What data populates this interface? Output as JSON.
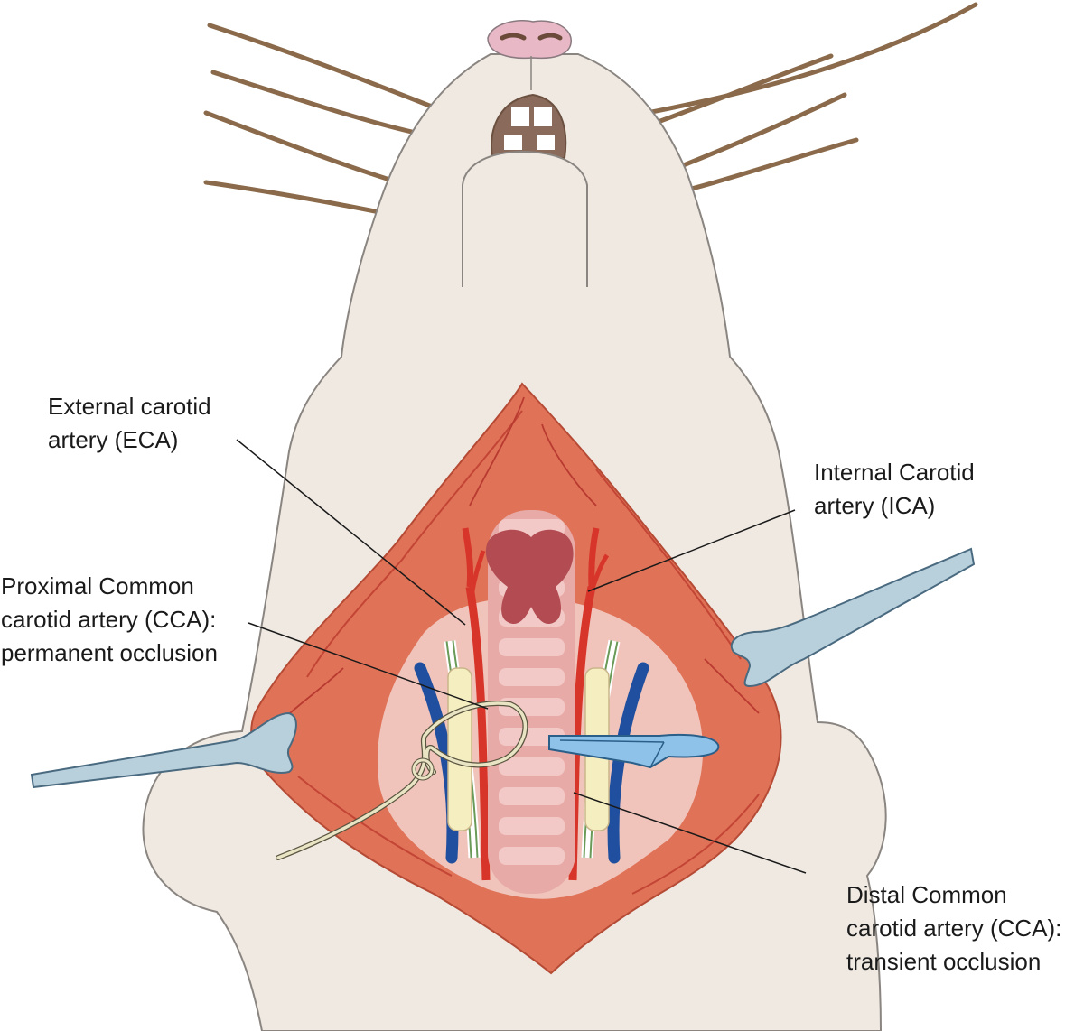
{
  "labels": {
    "eca": {
      "line1": "External carotid",
      "line2": "artery (ECA)"
    },
    "ica": {
      "line1": "Internal Carotid",
      "line2": "artery (ICA)"
    },
    "pcca": {
      "line1": "Proximal Common",
      "line2": "carotid artery (CCA):",
      "line3": "permanent occlusion"
    },
    "dcca": {
      "line1": "Distal Common",
      "line2": "carotid artery (CCA):",
      "line3": "transient occlusion"
    }
  },
  "colors": {
    "skin": "#efe9e2",
    "skin_outline": "#8a8580",
    "incision": "#e07257",
    "incision_dark": "#cc4f3a",
    "tissue": "#f0c4bb",
    "trachea": "#e8aaa7",
    "thyroid": "#b24b52",
    "artery": "#d8352a",
    "vein": "#1f4f9e",
    "nerve": "#f5eec0",
    "retractor": "#b8cfdc",
    "clamp": "#8fc2e8",
    "suture": "#e8e4c4",
    "whisker": "#8a6a4a",
    "nose": "#e8b8c6"
  }
}
